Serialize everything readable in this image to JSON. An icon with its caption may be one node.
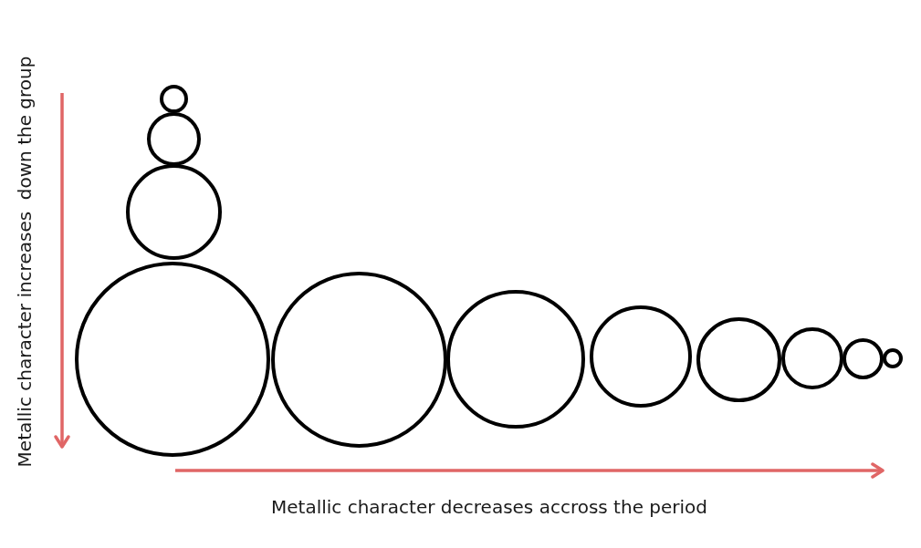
{
  "diagram": {
    "nodes": [
      {
        "text": [],
        "shape": "circle"
      },
      {
        "text": [],
        "shape": "circle"
      },
      {
        "text": [],
        "shape": "circle"
      },
      {
        "text": [],
        "shape": "circle"
      },
      {
        "text": [],
        "shape": "circle"
      },
      {
        "text": [],
        "shape": "circle"
      },
      {
        "text": [],
        "shape": "circle"
      },
      {
        "text": [],
        "shape": "circle"
      },
      {
        "text": [],
        "shape": "circle"
      },
      {
        "text": [],
        "shape": "circle"
      },
      {
        "text": [],
        "shape": "circle"
      }
    ],
    "edges": [],
    "labels": [
      "Metallic character increases  down the group",
      "Metallic character decreases accross the period"
    ]
  }
}
